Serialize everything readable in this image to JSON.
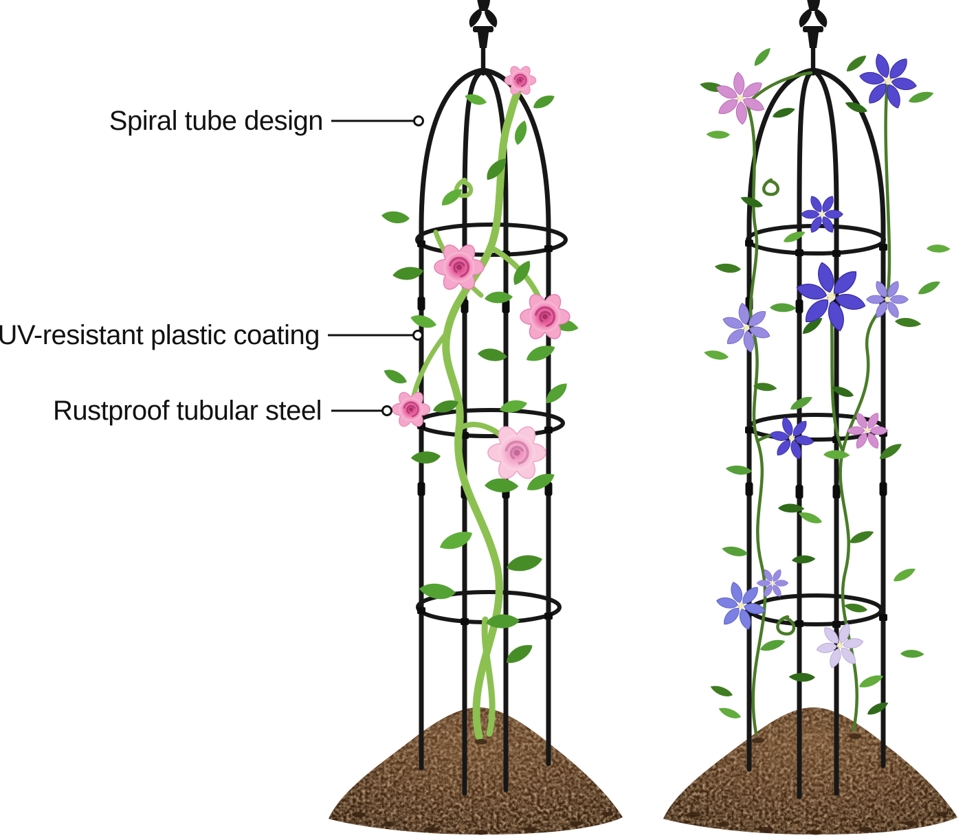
{
  "annotations": {
    "spiral": {
      "label": "Spiral tube design"
    },
    "uv": {
      "label": "UV-resistant plastic coating"
    },
    "rust": {
      "label": "Rustproof tubular steel"
    }
  },
  "palette": {
    "background": "#ffffff",
    "text": "#111111",
    "trellis_black": "#171717",
    "stem_green_left": "#8cc152",
    "vine_green_right": "#4a7c28",
    "leaf_green": "#4e9a2e",
    "rose_pink": "#e8639f",
    "rose_light_pink": "#f3a8cb",
    "clematis_violet": "#5448d0",
    "clematis_lavender": "#988ce2",
    "clematis_orchid": "#d48fd0",
    "clematis_white": "#d6cbec",
    "soil_brown": "#4a2d17"
  }
}
